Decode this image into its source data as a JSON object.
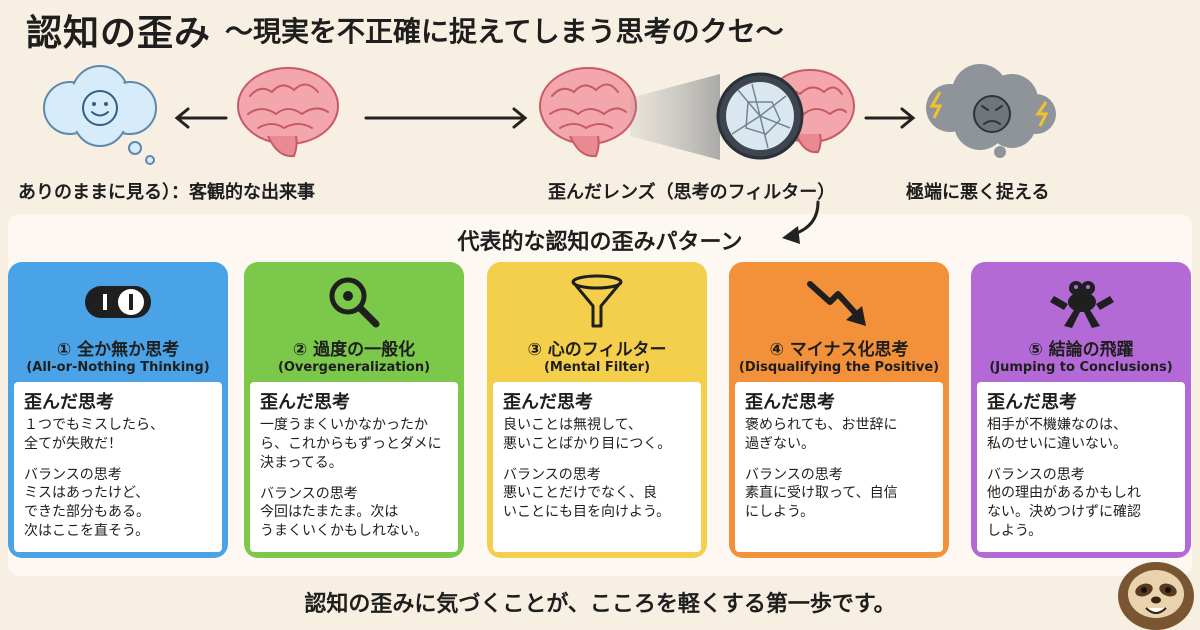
{
  "header": {
    "title": "認知の歪み",
    "subtitle": "〜現実を不正確に捉えてしまう思考のクセ〜"
  },
  "flow": {
    "left_label": "ありのままに見る）：客観的な出来事",
    "middle_label": "歪んだレンズ（思考のフィルター）",
    "right_label": "極端に悪く捉える",
    "icons": [
      "happy-cloud-icon",
      "brain-icon",
      "cracked-lens-icon",
      "storm-cloud-icon"
    ]
  },
  "patterns": {
    "heading": "代表的な認知の歪みパターン",
    "distorted_label": "歪んだ思考",
    "balanced_label": "バランスの思考",
    "cards": [
      {
        "name": "① 全か無か思考",
        "english": "(All-or-Nothing Thinking)",
        "distorted": "１つでもミスしたら、\n全てが失敗だ！",
        "balanced": "ミスはあったけど、\nできた部分もある。\n次はここを直そう。",
        "color": "#4aa3e6",
        "icon": "toggle-switch-icon"
      },
      {
        "name": "② 過度の一般化",
        "english": "(Overgeneralization)",
        "distorted": "一度うまくいかなかったか\nら、これからもずっとダメに\n決まってる。",
        "balanced": "今回はたまたま。次は\nうまくいくかもしれない。",
        "color": "#7cc84a",
        "icon": "magnifier-icon"
      },
      {
        "name": "③ 心のフィルター",
        "english": "(Mental Filter)",
        "distorted": "良いことは無視して、\n悪いことばかり目につく。",
        "balanced": "悪いことだけでなく、良\nいことにも目を向けよう。",
        "color": "#f4cf4b",
        "icon": "funnel-icon"
      },
      {
        "name": "④ マイナス化思考",
        "english": "(Disqualifying the Positive)",
        "distorted": "褒められても、お世辞に\n過ぎない。",
        "balanced": "素直に受け取って、自信\nにしよう。",
        "color": "#f3903a",
        "icon": "down-trend-arrow-icon"
      },
      {
        "name": "⑤ 結論の飛躍",
        "english": "(Jumping to Conclusions)",
        "distorted": "相手が不機嫌なのは、\n私のせいに違いない。",
        "balanced": "他の理由があるかもしれ\nない。決めつけずに確認\nしよう。",
        "color": "#b36ad6",
        "icon": "frog-icon"
      }
    ]
  },
  "footer": {
    "text": "認知の歪みに気づくことが、こころを軽くする第一歩です。"
  },
  "mascot": {
    "icon": "sloth-icon"
  }
}
